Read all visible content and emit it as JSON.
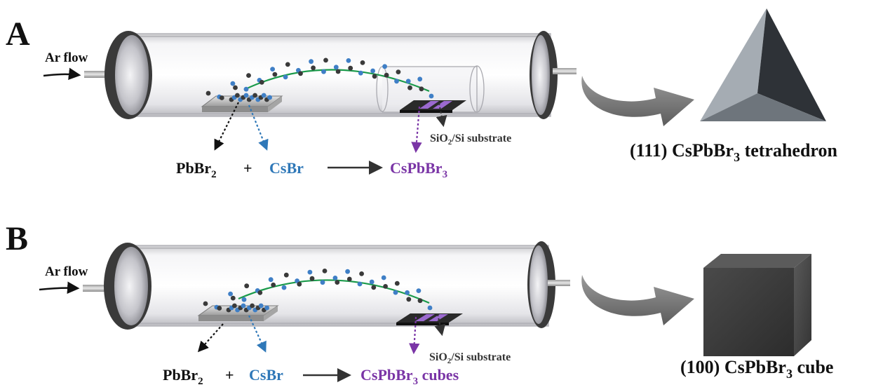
{
  "panels": [
    {
      "label": "A",
      "gas": "Ar flow",
      "substrate_label": {
        "main": "SiO",
        "sub": "2",
        "rest": "/Si substrate"
      },
      "reactant1": {
        "main": "PbBr",
        "sub": "2"
      },
      "plus": "+",
      "reactant2": "CsBr",
      "product": {
        "main": "CsPbBr",
        "sub": "3",
        "rest": ""
      },
      "result": {
        "pre": "(111) CsPbBr",
        "sub": "3",
        "post": " tetrahedron"
      },
      "shape": "tetrahedron",
      "has_inner_tube": true
    },
    {
      "label": "B",
      "gas": "Ar flow",
      "substrate_label": {
        "main": "SiO",
        "sub": "2",
        "rest": "/Si substrate"
      },
      "reactant1": {
        "main": "PbBr",
        "sub": "2"
      },
      "plus": "+",
      "reactant2": "CsBr",
      "product": {
        "main": "CsPbBr",
        "sub": "3",
        "rest": " cubes"
      },
      "result": {
        "pre": "(100) CsPbBr",
        "sub": "3",
        "post": " cube"
      },
      "shape": "cube",
      "has_inner_tube": false
    }
  ],
  "colors": {
    "text": "#111111",
    "csbr": "#2f78b8",
    "product": "#7a35a6",
    "flow_arc": "#1a9a4a",
    "blue_particle": "#3f7fc6",
    "dark_particle": "#3a3a3a",
    "rim": "#3a3a3a",
    "arrow_gray": "#7b7b7b",
    "tetra_light": "#9aa1a8",
    "tetra_dark": "#2e3237",
    "cube_color": "#3d3d3d",
    "substrate_stripe": "#9c6ad0"
  }
}
